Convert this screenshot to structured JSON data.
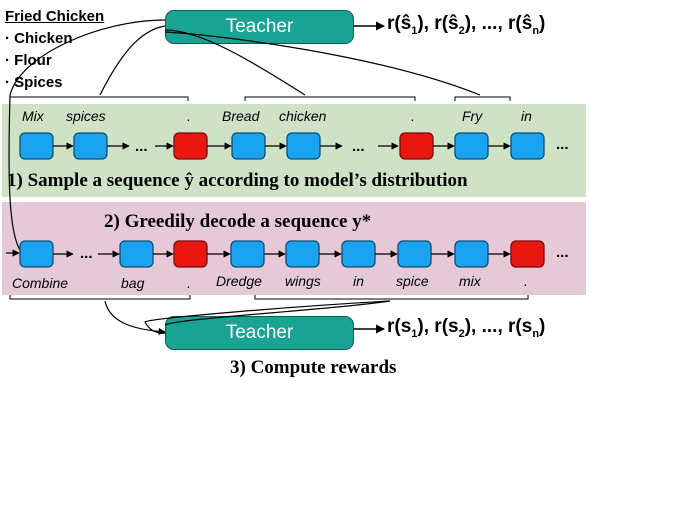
{
  "recipe": {
    "title": "Fried Chicken",
    "ingredients": [
      "· Chicken",
      "· Flour",
      "· Spices"
    ]
  },
  "teacher_top": "Teacher",
  "teacher_bottom": "Teacher",
  "rewards_top": {
    "prefix": "r(ŝ",
    "s1": "1",
    "mid1": "), r(ŝ",
    "s2": "2",
    "mid2": "), ..., r(ŝ",
    "sn": "n",
    "suffix": ")"
  },
  "rewards_bottom": {
    "prefix": "r(s",
    "s1": "1",
    "mid1": "), r(s",
    "s2": "2",
    "mid2": "), ..., r(s",
    "sn": "n",
    "suffix": ")"
  },
  "steps": {
    "step1": "1) Sample a sequence ŷ according to model’s distribution",
    "step2": "2) Greedily decode a sequence y*",
    "step3": "3) Compute rewards"
  },
  "sampled_words": [
    "Mix",
    "spices",
    ".",
    "Bread",
    "chicken",
    ".",
    "Fry",
    "in"
  ],
  "greedy_words": [
    "Combine",
    "bag",
    ".",
    "Dredge",
    "wings",
    "in",
    "spice",
    "mix",
    "."
  ],
  "ellipsis": "...",
  "colors": {
    "token_blue": "#1aa3ef",
    "token_red": "#e8170f",
    "band_green": "#cfe2c6",
    "band_pink": "#e6c9d7",
    "teacher_fill": "#19a393"
  }
}
